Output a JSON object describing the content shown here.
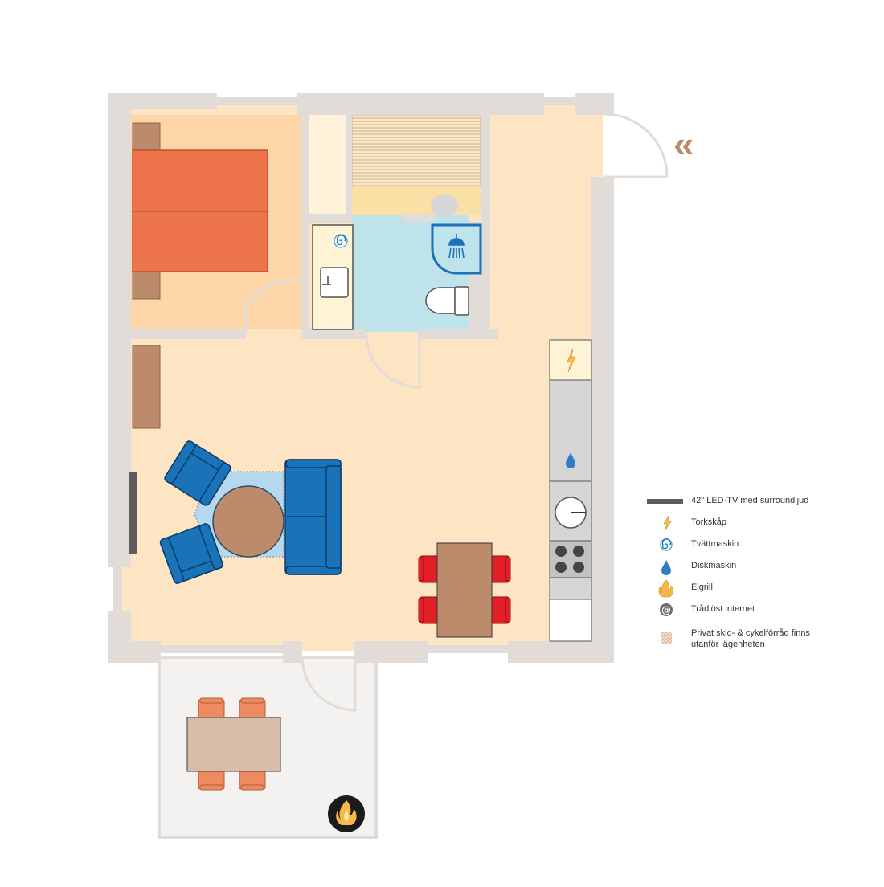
{
  "plan": {
    "colors": {
      "wall": "#e2dcd8",
      "floor_main": "#fde5c4",
      "floor_bedroom": "#fcd6a9",
      "bathroom": "#bfe3ea",
      "wood": "#bc8b6b",
      "bed": "#ee754b",
      "sofa": "#1a72b8",
      "rug": "#b6d8ee",
      "chair_red": "#e31e25",
      "balcony_chair": "#ee8a5f",
      "balcony_table": "#d8bca8",
      "balcony_floor": "#f4f2f1",
      "tv": "#5e5e5e",
      "kitchen_counter": "#d5d5d5",
      "entry_arrow": "#bc8b6b"
    },
    "entry_marker": "«",
    "grill_icon": "flame-icon"
  },
  "legend": {
    "items": [
      {
        "icon": "tv-bar-icon",
        "label": "42\" LED-TV  med surroundljud"
      },
      {
        "icon": "lightning-icon",
        "label": "Torkskåp"
      },
      {
        "icon": "spiral-icon",
        "label": "Tvättmaskin"
      },
      {
        "icon": "water-drop-icon",
        "label": "Diskmaskin"
      },
      {
        "icon": "flame-icon",
        "label": "Elgrill"
      },
      {
        "icon": "at-sign-icon",
        "label": "Trådlöst internet"
      },
      {
        "icon": "hatched-square-icon",
        "label": "Privat skid- & cykelförråd finns\nutanför lägenheten"
      }
    ]
  }
}
